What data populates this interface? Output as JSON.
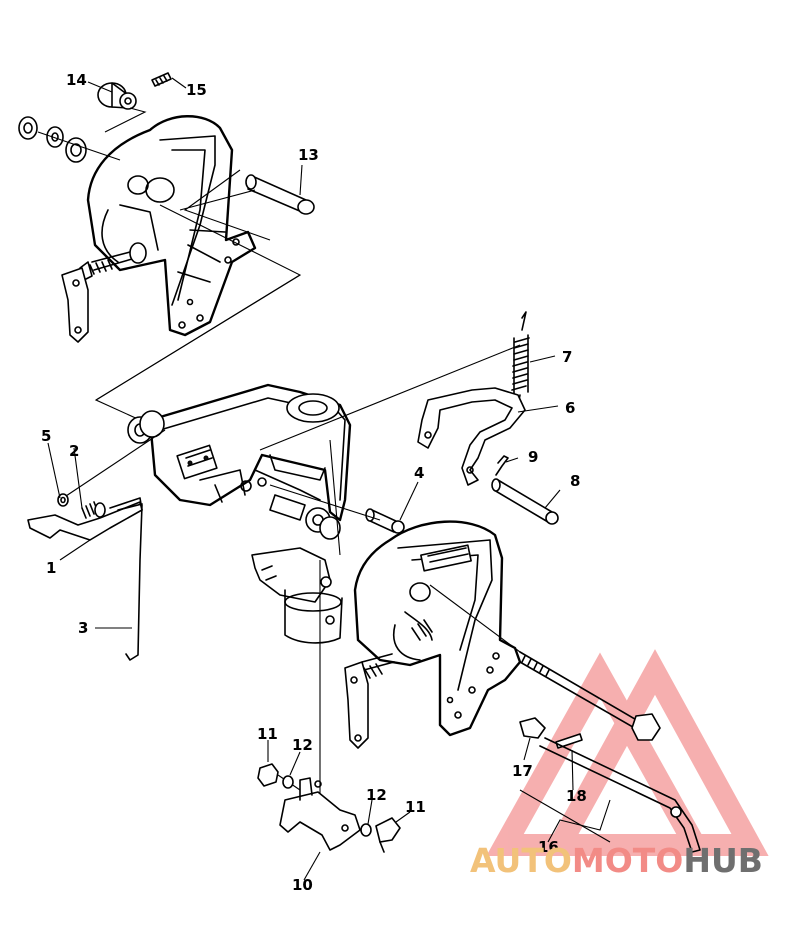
{
  "part_numbers": {
    "p1": "1",
    "p2": "2",
    "p3": "3",
    "p4": "4",
    "p5": "5",
    "p6": "6",
    "p7": "7",
    "p8": "8",
    "p9": "9",
    "p10": "10",
    "p11a": "11",
    "p11b": "11",
    "p12a": "12",
    "p12b": "12",
    "p13": "13",
    "p14": "14",
    "p15": "15",
    "p16": "16",
    "p17": "17",
    "p18": "18"
  },
  "watermark": {
    "part1": "AUTO",
    "part2": "MOTO",
    "part3": "HUB",
    "color_auto": "#f2c27a",
    "color_moto": "#f28b86",
    "color_hub": "#6f6f6f",
    "triangle_color": "#f06e6e"
  }
}
